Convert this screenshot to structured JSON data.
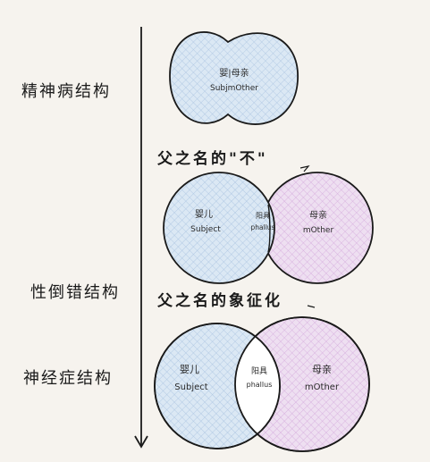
{
  "labels": {
    "psychosis": "精神病结构",
    "perversion": "性倒错结构",
    "neurosis": "神经症结构"
  },
  "captions": {
    "no_of_father": "父之名的\"不\"",
    "symbolization": "父之名的象征化"
  },
  "diagram1": {
    "merged_top": "婴|母亲",
    "merged_bottom": "SubjmOther"
  },
  "diagram2": {
    "left_top": "婴儿",
    "left_bottom": "Subject",
    "mid_top": "阳具",
    "mid_bottom": "phallus",
    "right_top": "母亲",
    "right_bottom": "mOther"
  },
  "diagram3": {
    "left_top": "婴儿",
    "left_bottom": "Subject",
    "mid_top": "阳具",
    "mid_bottom": "phallus",
    "right_top": "母亲",
    "right_bottom": "mOther"
  },
  "colors": {
    "blue_fill": "#d8e6f3",
    "pink_fill": "#ecdcef",
    "background": "#f6f3ee",
    "stroke": "#1a1a1a"
  }
}
